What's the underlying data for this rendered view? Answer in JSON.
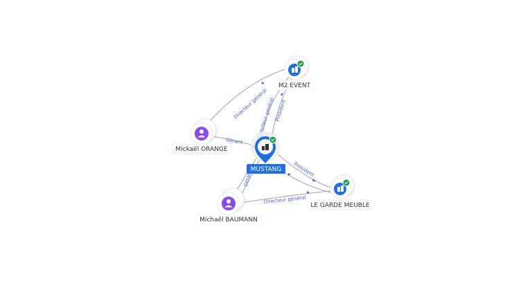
{
  "nodes": {
    "mustang": {
      "label": "MUSTANG",
      "icon": "building-icon",
      "verified": true
    },
    "m2event": {
      "label": "M2 EVENT",
      "icon": "building-icon",
      "verified": true
    },
    "legarde": {
      "label": "LE GARDE MEUBLE",
      "icon": "building-icon",
      "verified": true
    },
    "orange": {
      "label": "Mickaël ORANGE",
      "icon": "person-icon"
    },
    "baumann": {
      "label": "Michaël BAUMANN",
      "icon": "person-icon"
    }
  },
  "edges": {
    "orange_m2": "Directeur général",
    "orange_mustang": "Gérant",
    "mustang_m2_dg": "Directeur général",
    "mustang_m2_pres": "Président",
    "mustang_legarde": "Président",
    "baumann_legarde": "Directeur général",
    "baumann_mustang": "Gérant"
  },
  "colors": {
    "company": "#1f6fe0",
    "person": "#8a4ce8",
    "verified": "#1f9d45",
    "edge": "#9aa3b5",
    "edge_label": "#4b5fd6"
  }
}
